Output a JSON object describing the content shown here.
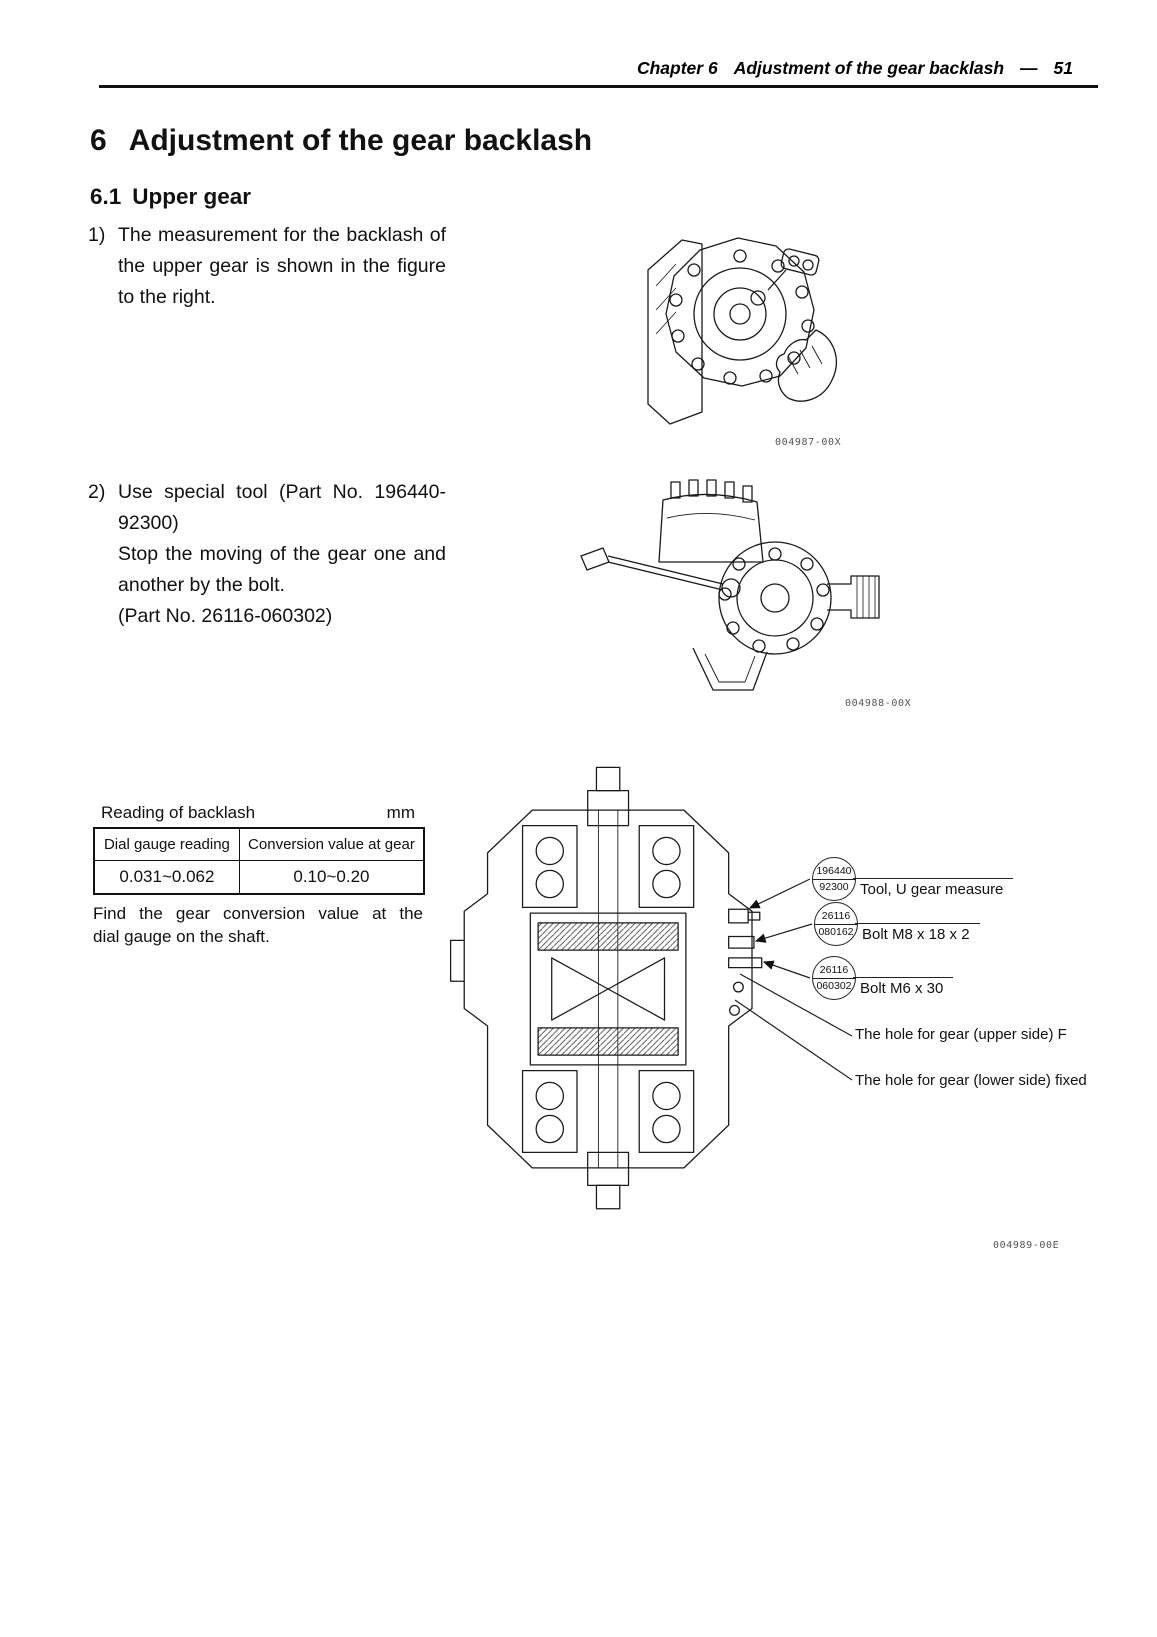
{
  "header": {
    "prefix": "Chapter 6",
    "title": "Adjustment of the gear backlash",
    "separator": "—",
    "page_number": "51"
  },
  "heading": {
    "number": "6",
    "text": "Adjustment of the gear backlash"
  },
  "subheading": {
    "number": "6.1",
    "text": "Upper gear"
  },
  "step1": {
    "marker": "1)",
    "lines": [
      "The measurement for the backlash of",
      "the upper gear is shown in the figure",
      "to the right."
    ]
  },
  "step2": {
    "marker": "2)",
    "lines": [
      "Use special tool (Part No. 196440-",
      "92300)",
      "Stop the moving of the gear one and",
      "another by the bolt.",
      "(Part No. 26116-060302)"
    ]
  },
  "figures": {
    "fig1_code": "004987-00X",
    "fig2_code": "004988-00X",
    "fig3_code": "004989-00E"
  },
  "backlash_table": {
    "caption": "Reading of backlash",
    "unit": "mm",
    "col1_header": "Dial gauge reading",
    "col2_header": "Conversion value at gear",
    "col1_value": "0.031~0.062",
    "col2_value": "0.10~0.20",
    "note_lines": [
      "Find the gear conversion value at the",
      "dial gauge on the shaft."
    ]
  },
  "callouts": {
    "c1": {
      "part_top": "196440",
      "part_bottom": "92300",
      "label": "Tool, U gear measure"
    },
    "c2": {
      "part_top": "26116",
      "part_bottom": "080162",
      "label": "Bolt M8 x 18 x 2"
    },
    "c3": {
      "part_top": "26116",
      "part_bottom": "060302",
      "label": "Bolt M6 x 30"
    },
    "c4": {
      "label": "The hole for gear (upper side) F"
    },
    "c5": {
      "label": "The hole for gear (lower side) fixed"
    }
  }
}
